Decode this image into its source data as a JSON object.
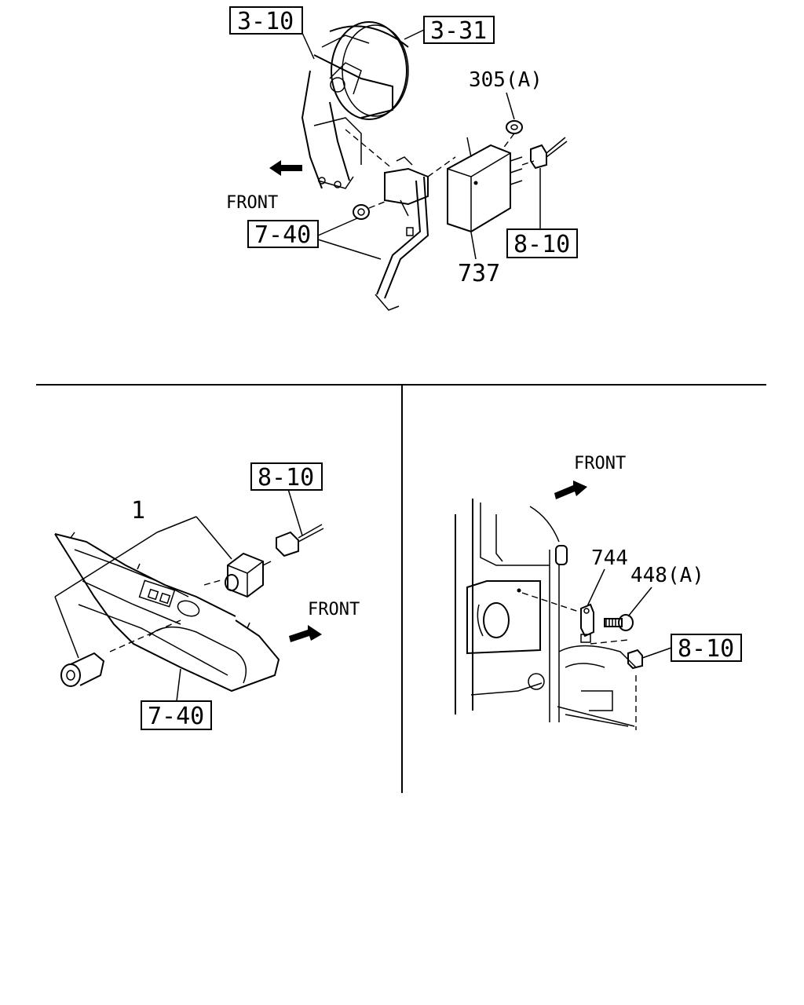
{
  "panels": {
    "top": {
      "callouts": {
        "c3_10": "3-10",
        "c3_31": "3-31",
        "c305a": "305(A)",
        "c7_40": "7-40",
        "c8_10": "8-10",
        "c737": "737"
      },
      "front": "FRONT"
    },
    "bottom_left": {
      "callouts": {
        "c8_10": "8-10",
        "c1": "1",
        "c7_40": "7-40"
      },
      "front": "FRONT"
    },
    "bottom_right": {
      "callouts": {
        "c744": "744",
        "c448a": "448(A)",
        "c8_10": "8-10"
      },
      "front": "FRONT"
    }
  }
}
